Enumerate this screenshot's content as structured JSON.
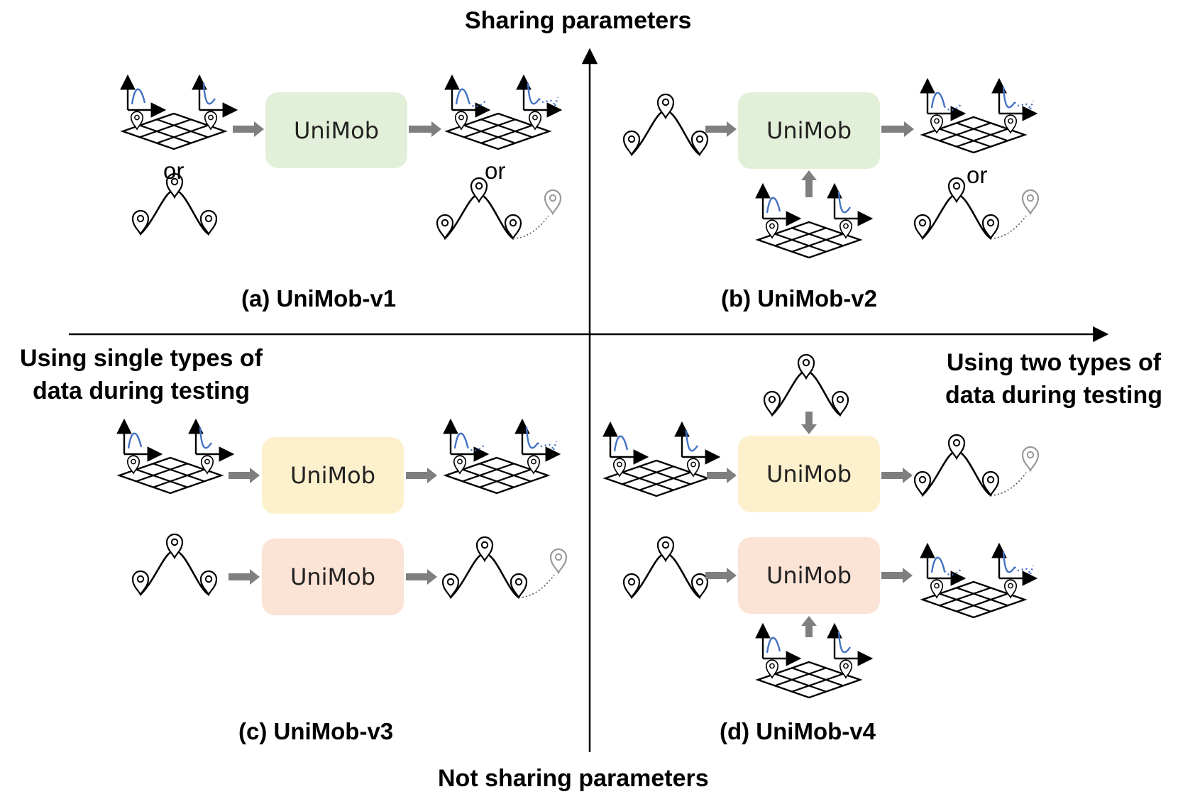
{
  "axes": {
    "top": "Sharing parameters",
    "bottom": "Not sharing parameters",
    "left_line1": "Using single types of",
    "left_line2": "data during testing",
    "right_line1": "Using two types of",
    "right_line2": "data during testing"
  },
  "panels": {
    "a": {
      "caption": "(a) UniMob-v1",
      "model": "UniMob",
      "or_in": "or",
      "or_out": "or"
    },
    "b": {
      "caption": "(b) UniMob-v2",
      "model": "UniMob",
      "or_out": "or"
    },
    "c": {
      "caption": "(c) UniMob-v3",
      "model_top": "UniMob",
      "model_bottom": "UniMob"
    },
    "d": {
      "caption": "(d) UniMob-v4",
      "model_top": "UniMob",
      "model_bottom": "UniMob"
    }
  },
  "colors": {
    "green_box": "#e3f0d9",
    "yellow_box": "#fdf0cc",
    "peach_box": "#fbe3d5",
    "arrow_gray": "#7f7f7f",
    "curve_blue": "#4472c4"
  }
}
